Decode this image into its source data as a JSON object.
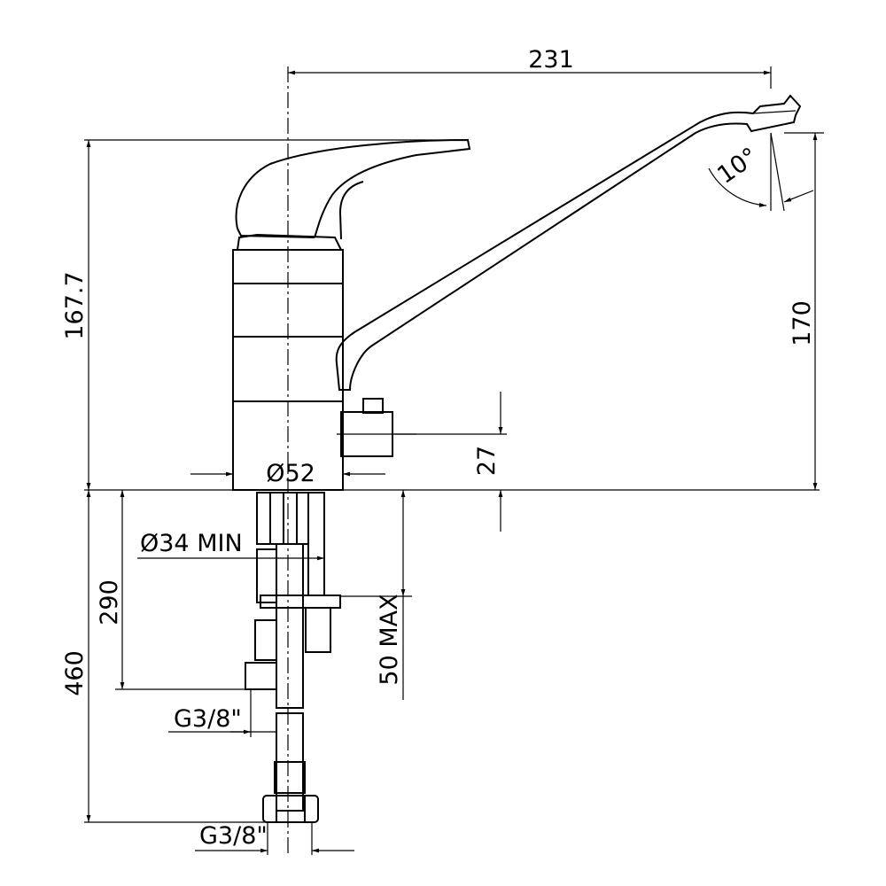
{
  "title": "Single-lever kitchen faucet technical drawing",
  "dimensions": {
    "spout_reach": "231",
    "body_height": "167.7",
    "spout_height": "170",
    "spout_angle": "10°",
    "valve_height": "27",
    "body_diameter": "Ø52",
    "hole_diameter": "Ø34 MIN",
    "short_hose": "290",
    "long_hose": "460",
    "deck_thickness": "50 MAX",
    "thread_1": "G3/8\"",
    "thread_2": "G3/8\""
  }
}
